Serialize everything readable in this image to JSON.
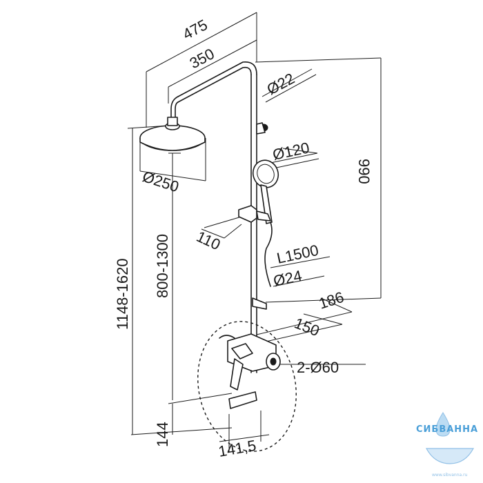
{
  "dimensions": {
    "arm_length_outer": "475",
    "arm_length_inner": "350",
    "pipe_diameter": "Ø22",
    "handshower_diameter": "Ø120",
    "overhead_diameter": "Ø250",
    "column_height": "990",
    "total_height_range": "1148-1620",
    "overhead_height_range": "800-1300",
    "holder_offset": "110",
    "hose_length": "L1500",
    "hose_diameter": "Ø24",
    "mixer_depth_outer": "186",
    "mixer_depth_inner": "150",
    "flange_diameter": "2-Ø60",
    "spout_height": "144",
    "spout_length": "141,5"
  },
  "watermark": {
    "brand": "СИБВАННА",
    "url": "www.sibvanna.ru",
    "colors": {
      "primary": "#4a9fd8",
      "secondary": "#8fbfe6"
    }
  },
  "colors": {
    "line": "#1a1a1a",
    "background": "#ffffff"
  }
}
